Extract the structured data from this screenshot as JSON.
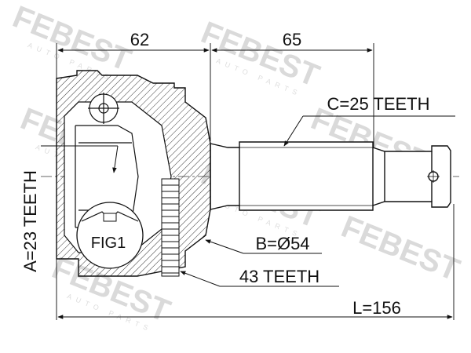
{
  "dimensions": {
    "top_left": "62",
    "top_right": "65",
    "length": "L=156"
  },
  "labels": {
    "c_teeth": "C=25 TEETH",
    "a_teeth": "A=23 TEETH",
    "b_diameter": "B=Ø54",
    "abs_teeth": "43 TEETH",
    "fig": "FIG1"
  },
  "watermark": {
    "brand": "FEBEST",
    "sub": "AUTO PARTS"
  }
}
